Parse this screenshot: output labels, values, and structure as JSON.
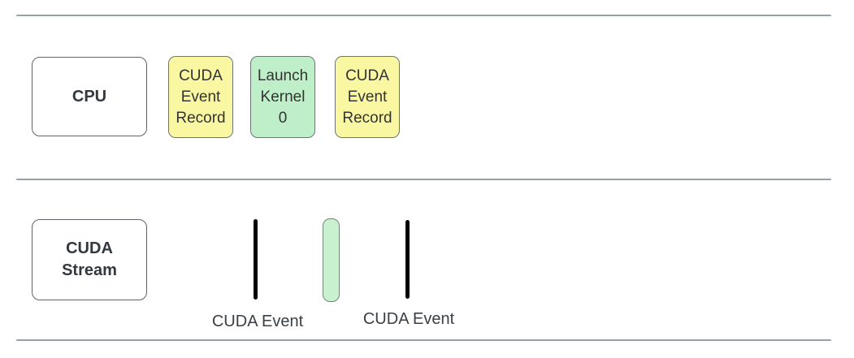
{
  "colors": {
    "background": "#ffffff",
    "divider_line": "#99a1a8",
    "lane_box_fill": "#ffffff",
    "lane_box_border": "#5f6368",
    "event_record_fill": "#faf7a3",
    "kernel_block_fill": "#beefc9",
    "kernel_bar_fill": "#c7f1cf",
    "block_border": "#6f7376",
    "event_bar": "#000000",
    "block_text": "#333333",
    "lane_text": "#33383f",
    "label_text": "#3a4046"
  },
  "cpu_lane": {
    "box_label": "CPU",
    "blocks": [
      {
        "label": "CUDA\nEvent\nRecord"
      },
      {
        "label": "Launch\nKernel\n0"
      },
      {
        "label": "CUDA\nEvent\nRecord"
      }
    ]
  },
  "stream_lane": {
    "box_label": "CUDA\nStream",
    "event_labels": [
      {
        "label": "CUDA Event"
      },
      {
        "label": "CUDA Event"
      }
    ]
  }
}
